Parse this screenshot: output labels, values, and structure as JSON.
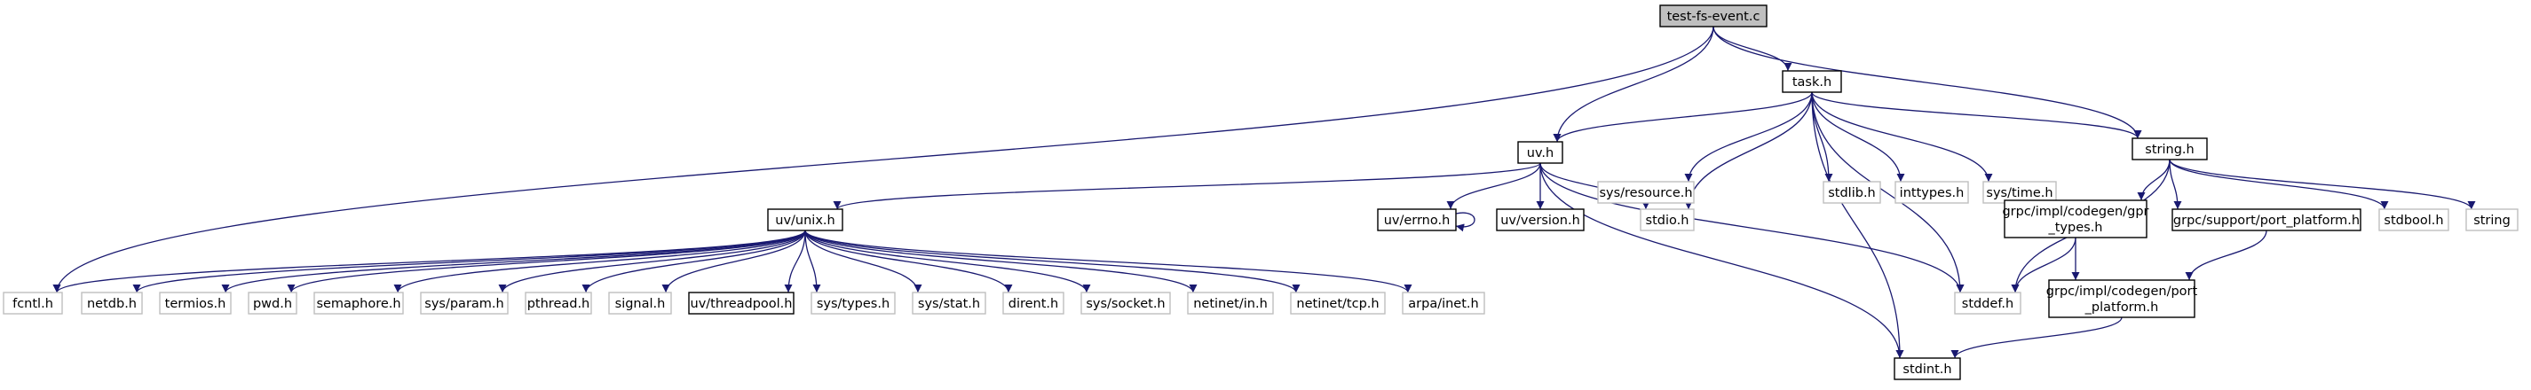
{
  "colors": {
    "edge": "#191970",
    "border_documented": "#000000",
    "border_external": "#bfbfbf",
    "fill_root": "#bfbfbf",
    "fill_default": "#ffffff"
  },
  "nodes": [
    {
      "id": "root",
      "lines": [
        "test-fs-event.c"
      ],
      "kind": "root"
    },
    {
      "id": "task_h",
      "lines": [
        "task.h"
      ],
      "kind": "documented"
    },
    {
      "id": "uv_h",
      "lines": [
        "uv.h"
      ],
      "kind": "documented"
    },
    {
      "id": "sys_resource_h",
      "lines": [
        "sys/resource.h"
      ],
      "kind": "external"
    },
    {
      "id": "stdlib_h",
      "lines": [
        "stdlib.h"
      ],
      "kind": "external"
    },
    {
      "id": "inttypes_h",
      "lines": [
        "inttypes.h"
      ],
      "kind": "external"
    },
    {
      "id": "sys_time_h",
      "lines": [
        "sys/time.h"
      ],
      "kind": "external"
    },
    {
      "id": "string_h",
      "lines": [
        "string.h"
      ],
      "kind": "documented"
    },
    {
      "id": "uv_unix_h",
      "lines": [
        "uv/unix.h"
      ],
      "kind": "documented"
    },
    {
      "id": "uv_errno_h",
      "lines": [
        "uv/errno.h"
      ],
      "kind": "documented"
    },
    {
      "id": "uv_version_h",
      "lines": [
        "uv/version.h"
      ],
      "kind": "documented"
    },
    {
      "id": "stdio_h",
      "lines": [
        "stdio.h"
      ],
      "kind": "external"
    },
    {
      "id": "grpc_gpr_types_h",
      "lines": [
        "grpc/impl/codegen/gpr",
        "_types.h"
      ],
      "kind": "documented"
    },
    {
      "id": "grpc_support_port_platform_h",
      "lines": [
        "grpc/support/port_platform.h"
      ],
      "kind": "documented"
    },
    {
      "id": "stdbool_h",
      "lines": [
        "stdbool.h"
      ],
      "kind": "external"
    },
    {
      "id": "string",
      "lines": [
        "string"
      ],
      "kind": "external"
    },
    {
      "id": "fcntl_h",
      "lines": [
        "fcntl.h"
      ],
      "kind": "external"
    },
    {
      "id": "netdb_h",
      "lines": [
        "netdb.h"
      ],
      "kind": "external"
    },
    {
      "id": "termios_h",
      "lines": [
        "termios.h"
      ],
      "kind": "external"
    },
    {
      "id": "pwd_h",
      "lines": [
        "pwd.h"
      ],
      "kind": "external"
    },
    {
      "id": "semaphore_h",
      "lines": [
        "semaphore.h"
      ],
      "kind": "external"
    },
    {
      "id": "sys_param_h",
      "lines": [
        "sys/param.h"
      ],
      "kind": "external"
    },
    {
      "id": "pthread_h",
      "lines": [
        "pthread.h"
      ],
      "kind": "external"
    },
    {
      "id": "signal_h",
      "lines": [
        "signal.h"
      ],
      "kind": "external"
    },
    {
      "id": "uv_threadpool_h",
      "lines": [
        "uv/threadpool.h"
      ],
      "kind": "documented"
    },
    {
      "id": "sys_types_h",
      "lines": [
        "sys/types.h"
      ],
      "kind": "external"
    },
    {
      "id": "sys_stat_h",
      "lines": [
        "sys/stat.h"
      ],
      "kind": "external"
    },
    {
      "id": "dirent_h",
      "lines": [
        "dirent.h"
      ],
      "kind": "external"
    },
    {
      "id": "sys_socket_h",
      "lines": [
        "sys/socket.h"
      ],
      "kind": "external"
    },
    {
      "id": "netinet_in_h",
      "lines": [
        "netinet/in.h"
      ],
      "kind": "external"
    },
    {
      "id": "netinet_tcp_h",
      "lines": [
        "netinet/tcp.h"
      ],
      "kind": "external"
    },
    {
      "id": "arpa_inet_h",
      "lines": [
        "arpa/inet.h"
      ],
      "kind": "external"
    },
    {
      "id": "stddef_h",
      "lines": [
        "stddef.h"
      ],
      "kind": "external"
    },
    {
      "id": "grpc_port_platform_h",
      "lines": [
        "grpc/impl/codegen/port",
        "_platform.h"
      ],
      "kind": "documented"
    },
    {
      "id": "stdint_h",
      "lines": [
        "stdint.h"
      ],
      "kind": "documented"
    }
  ],
  "edges": [
    [
      "root",
      "task_h"
    ],
    [
      "root",
      "uv_h"
    ],
    [
      "root",
      "string_h"
    ],
    [
      "root",
      "fcntl_h"
    ],
    [
      "task_h",
      "uv_h"
    ],
    [
      "task_h",
      "sys_resource_h"
    ],
    [
      "task_h",
      "stdlib_h"
    ],
    [
      "task_h",
      "inttypes_h"
    ],
    [
      "task_h",
      "sys_time_h"
    ],
    [
      "task_h",
      "string_h"
    ],
    [
      "task_h",
      "stdio_h"
    ],
    [
      "task_h",
      "stddef_h"
    ],
    [
      "task_h",
      "stdint_h"
    ],
    [
      "uv_h",
      "uv_unix_h"
    ],
    [
      "uv_h",
      "uv_errno_h"
    ],
    [
      "uv_h",
      "uv_version_h"
    ],
    [
      "uv_h",
      "stdio_h"
    ],
    [
      "uv_h",
      "stddef_h"
    ],
    [
      "uv_h",
      "stdint_h"
    ],
    [
      "uv_errno_h",
      "uv_errno_h"
    ],
    [
      "uv_unix_h",
      "fcntl_h"
    ],
    [
      "uv_unix_h",
      "netdb_h"
    ],
    [
      "uv_unix_h",
      "termios_h"
    ],
    [
      "uv_unix_h",
      "pwd_h"
    ],
    [
      "uv_unix_h",
      "semaphore_h"
    ],
    [
      "uv_unix_h",
      "sys_param_h"
    ],
    [
      "uv_unix_h",
      "pthread_h"
    ],
    [
      "uv_unix_h",
      "signal_h"
    ],
    [
      "uv_unix_h",
      "uv_threadpool_h"
    ],
    [
      "uv_unix_h",
      "sys_types_h"
    ],
    [
      "uv_unix_h",
      "sys_stat_h"
    ],
    [
      "uv_unix_h",
      "dirent_h"
    ],
    [
      "uv_unix_h",
      "sys_socket_h"
    ],
    [
      "uv_unix_h",
      "netinet_in_h"
    ],
    [
      "uv_unix_h",
      "netinet_tcp_h"
    ],
    [
      "uv_unix_h",
      "arpa_inet_h"
    ],
    [
      "string_h",
      "grpc_gpr_types_h"
    ],
    [
      "string_h",
      "grpc_support_port_platform_h"
    ],
    [
      "string_h",
      "stdbool_h"
    ],
    [
      "string_h",
      "string"
    ],
    [
      "string_h",
      "stddef_h"
    ],
    [
      "grpc_gpr_types_h",
      "stddef_h"
    ],
    [
      "grpc_gpr_types_h",
      "grpc_port_platform_h"
    ],
    [
      "grpc_support_port_platform_h",
      "grpc_port_platform_h"
    ],
    [
      "grpc_port_platform_h",
      "stdint_h"
    ]
  ]
}
